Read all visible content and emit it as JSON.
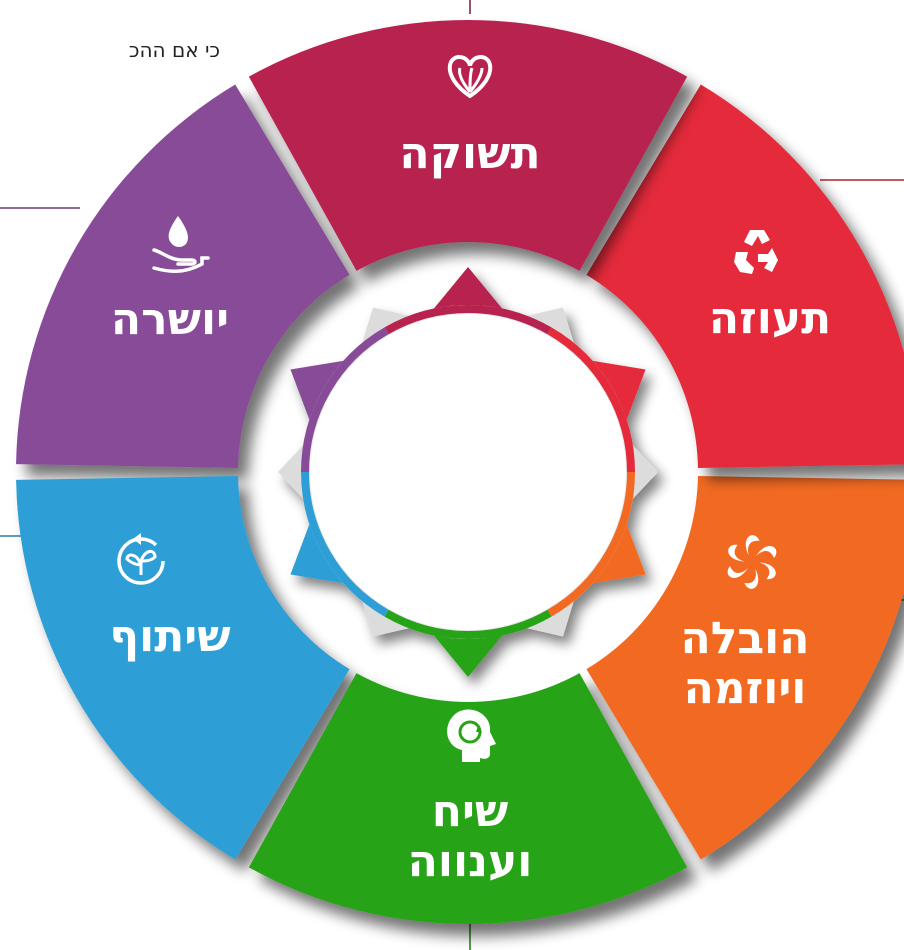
{
  "diagram": {
    "corner_text": "כי אם ההכ",
    "segments": [
      {
        "id": "teshuka",
        "lines": [
          "תשוקה"
        ],
        "color": "#B8204F",
        "icon": "heart-leaves-icon"
      },
      {
        "id": "teuza",
        "lines": [
          "תעוזה"
        ],
        "color": "#E42B3A",
        "icon": "recycle-icon"
      },
      {
        "id": "hovala",
        "lines": [
          "הובלה",
          "ויוזמה"
        ],
        "color": "#F26A22",
        "icon": "swirl-flower-icon"
      },
      {
        "id": "siach",
        "lines": [
          "שיח",
          "וענווה"
        ],
        "color": "#27A314",
        "icon": "head-cycle-icon"
      },
      {
        "id": "shituf",
        "lines": [
          "שיתוף"
        ],
        "color": "#2E9FD6",
        "icon": "plant-cycle-icon"
      },
      {
        "id": "yoshra",
        "lines": [
          "יושרה"
        ],
        "color": "#884B98",
        "icon": "hand-drop-icon"
      }
    ]
  }
}
